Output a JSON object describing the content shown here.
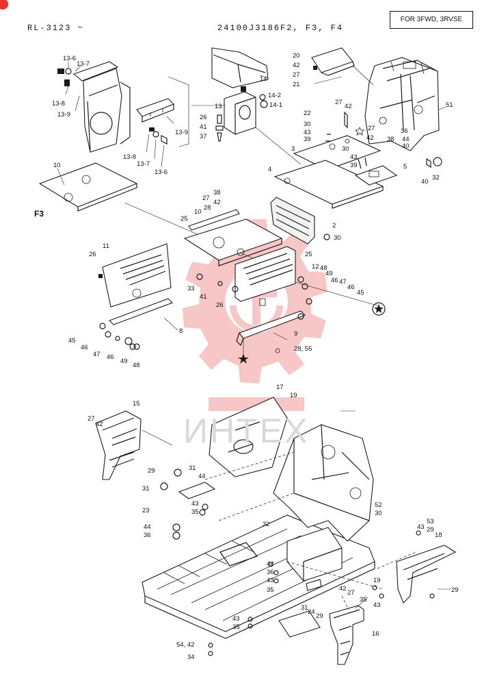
{
  "header": {
    "model": "RL-3123 ~",
    "part_number": "24100J3186F2, F3, F4",
    "applicability": "FOR 3FWD, 3RVSE"
  },
  "variant_label": "F3",
  "watermark": {
    "text": "ИНТЕХ",
    "color": "#f19a9a"
  },
  "callouts": {
    "c1": "13-6",
    "c2": "13-7",
    "c3": "13-8",
    "c4": "13-9",
    "c5": "13-9",
    "c6": "13-8",
    "c7": "13-7",
    "c8": "13-6",
    "c9": "10",
    "c10": "14",
    "c11": "14-2",
    "c12": "14-1",
    "c13": "13",
    "c14": "26",
    "c15": "41",
    "c16": "37",
    "c17": "20",
    "c18": "42",
    "c19": "27",
    "c20": "21",
    "c21": "51",
    "c22": "27",
    "c23": "42",
    "c24": "22",
    "c25": "30",
    "c26": "43",
    "c27": "39",
    "c28": "27",
    "c29": "36",
    "c30": "42",
    "c31": "44",
    "c32": "38",
    "c33": "40",
    "c34": "3",
    "c35": "30",
    "c36": "43",
    "c37": "39",
    "c38": "5",
    "c39": "40",
    "c40": "32",
    "c41": "4",
    "c42": "38",
    "c43": "27",
    "c44": "42",
    "c45": "28",
    "c46": "10",
    "c47": "25",
    "c48": "2",
    "c49": "30",
    "c50": "25",
    "c51": "11",
    "c52": "26",
    "c53": "12",
    "c54": "48",
    "c55": "49",
    "c56": "46",
    "c57": "47",
    "c58": "46",
    "c59": "45",
    "c60": "33",
    "c61": "41",
    "c62": "26",
    "c63": "8",
    "c64": "9",
    "c65": "45",
    "c66": "46",
    "c67": "47",
    "c68": "46",
    "c69": "49",
    "c70": "48",
    "c71": "28, 55",
    "c72": "15",
    "c73": "27",
    "c74": "42",
    "c75": "17",
    "c76": "19",
    "c77": "29",
    "c78": "31",
    "c79": "44",
    "c80": "31",
    "c81": "23",
    "c82": "43",
    "c83": "35",
    "c84": "44",
    "c85": "36",
    "c86": "32",
    "c87": "52",
    "c88": "30",
    "c89": "43",
    "c90": "53",
    "c91": "29",
    "c92": "18",
    "c93": "44",
    "c94": "36",
    "c95": "43",
    "c96": "35",
    "c97": "19",
    "c98": "42",
    "c99": "27",
    "c100": "35",
    "c101": "43",
    "c102": "29",
    "c103": "31",
    "c104": "24",
    "c105": "29",
    "c106": "43",
    "c107": "35",
    "c108": "16",
    "c109": "54, 42",
    "c110": "34"
  }
}
